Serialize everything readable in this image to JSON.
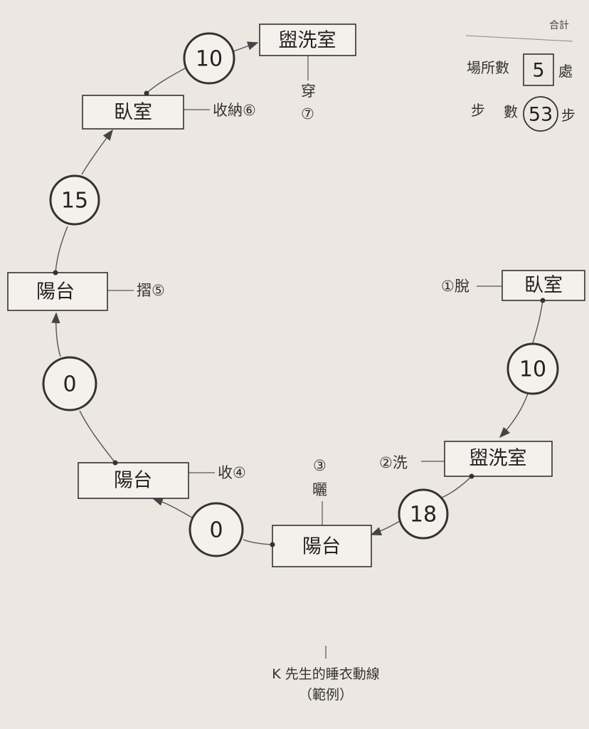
{
  "summary": {
    "title": "合計",
    "places_label": "場所數",
    "places_value": "5",
    "places_unit": "處",
    "steps_label1": "步",
    "steps_label2": "數",
    "steps_value": "53",
    "steps_unit": "步"
  },
  "nodes": {
    "bathroom_top": "盥洗室",
    "bedroom_top": "臥室",
    "balcony_left1": "陽台",
    "balcony_left2": "陽台",
    "balcony_bottom": "陽台",
    "bathroom_right": "盥洗室",
    "bedroom_right": "臥室"
  },
  "steps": {
    "c_top": "10",
    "c_left_upper": "15",
    "c_left_mid": "0",
    "c_bottom_left": "0",
    "c_bottom_right": "18",
    "c_right": "10"
  },
  "actions": {
    "a1": "①脫",
    "a2": "②洗",
    "a3_num": "③",
    "a3_text": "曬",
    "a4": "收④",
    "a5": "摺⑤",
    "a6": "收納⑥",
    "a7_text": "穿",
    "a7_num": "⑦"
  },
  "caption": {
    "line1": "K 先生的睡衣動線",
    "line2": "（範例）"
  }
}
